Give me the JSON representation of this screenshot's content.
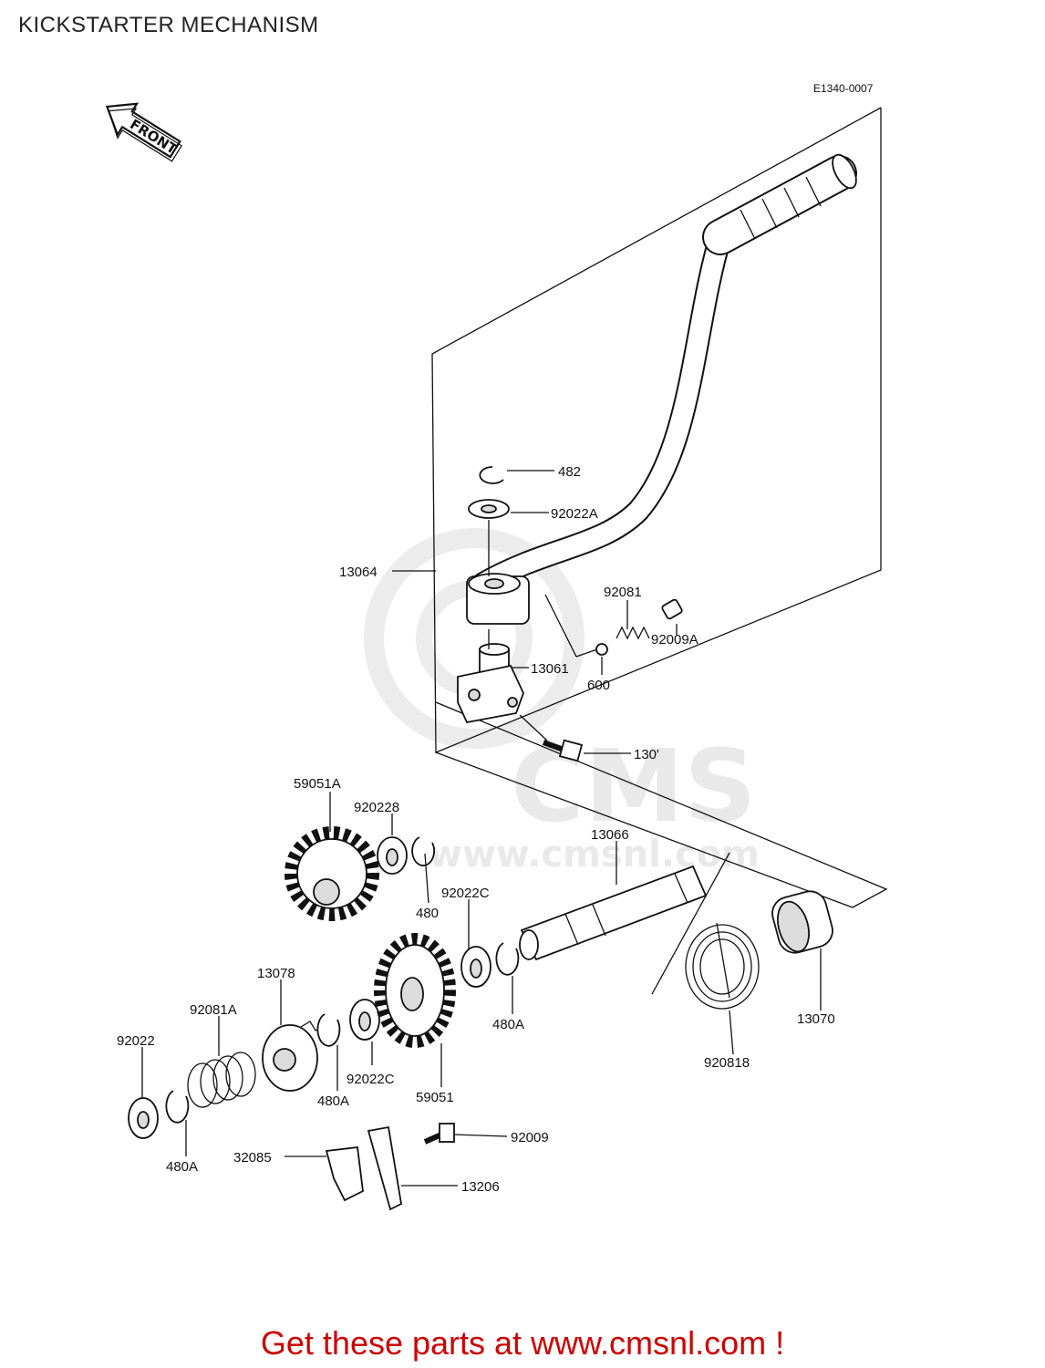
{
  "page": {
    "title": "KICKSTARTER MECHANISM",
    "diagram_code": "E1340-0007",
    "front_label": "FRONT",
    "footer": "Get these parts at www.cmsnl.com !"
  },
  "watermark": {
    "brand": "CMS",
    "url": "www.cmsnl.com"
  },
  "parts": {
    "p482": "482",
    "p92022A": "92022A",
    "p13064": "13064",
    "p92081": "92081",
    "p92009A": "92009A",
    "p13061": "13061",
    "p600": "600",
    "p1301": "130'",
    "p59051A": "59051A",
    "p920228": "920228",
    "p13066": "13066",
    "p480": "480",
    "p92022C_a": "92022C",
    "p480A_a": "480A",
    "p13070": "13070",
    "p920818": "920818",
    "p13078": "13078",
    "p92081A": "92081A",
    "p92022": "92022",
    "p480A_b": "480A",
    "p92022C_b": "92022C",
    "p59051": "59051",
    "p480A_c": "480A",
    "p92009": "92009",
    "p32085": "32085",
    "p13206": "13206"
  },
  "colors": {
    "footer": "#cc0000",
    "watermark": "#e9e9e9",
    "ink": "#111111"
  }
}
